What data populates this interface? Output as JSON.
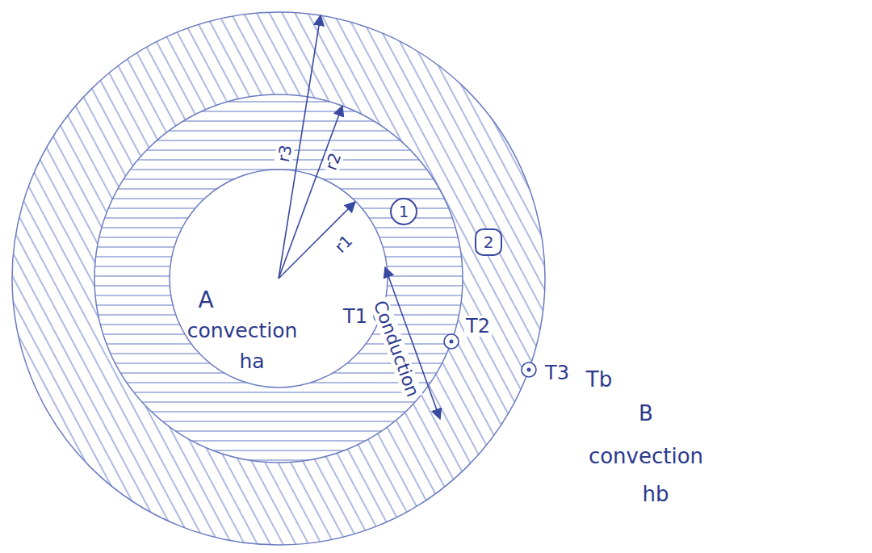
{
  "diagram": {
    "nodes": [
      {
        "text": [
          "1"
        ]
      },
      {
        "text": [
          "2"
        ]
      }
    ],
    "labels": [
      "r3",
      "r2",
      "r1",
      "A",
      "convection",
      "ha",
      "T1",
      "Conduction",
      "T2",
      "T3",
      "Tb",
      "B",
      "convection",
      "hb"
    ]
  }
}
